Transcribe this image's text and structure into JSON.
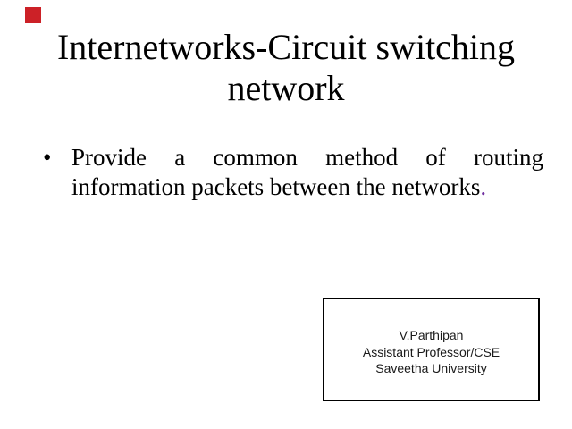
{
  "slide": {
    "background": "#ffffff",
    "marker": {
      "color": "#cc2127"
    },
    "title": {
      "line1": "Internetworks-Circuit switching",
      "line2": "network",
      "color": "#000000"
    },
    "bullet_item": {
      "marker_glyph": "•",
      "text": "Provide a common method of routing information packets between the networks",
      "terminal_period": ".",
      "text_color": "#000000",
      "period_color": "#7030a0"
    },
    "credit_box": {
      "border_color": "#000000",
      "text_color": "#1a1a1a",
      "lines": [
        "V.Parthipan",
        "Assistant Professor/CSE",
        "Saveetha University"
      ]
    }
  }
}
